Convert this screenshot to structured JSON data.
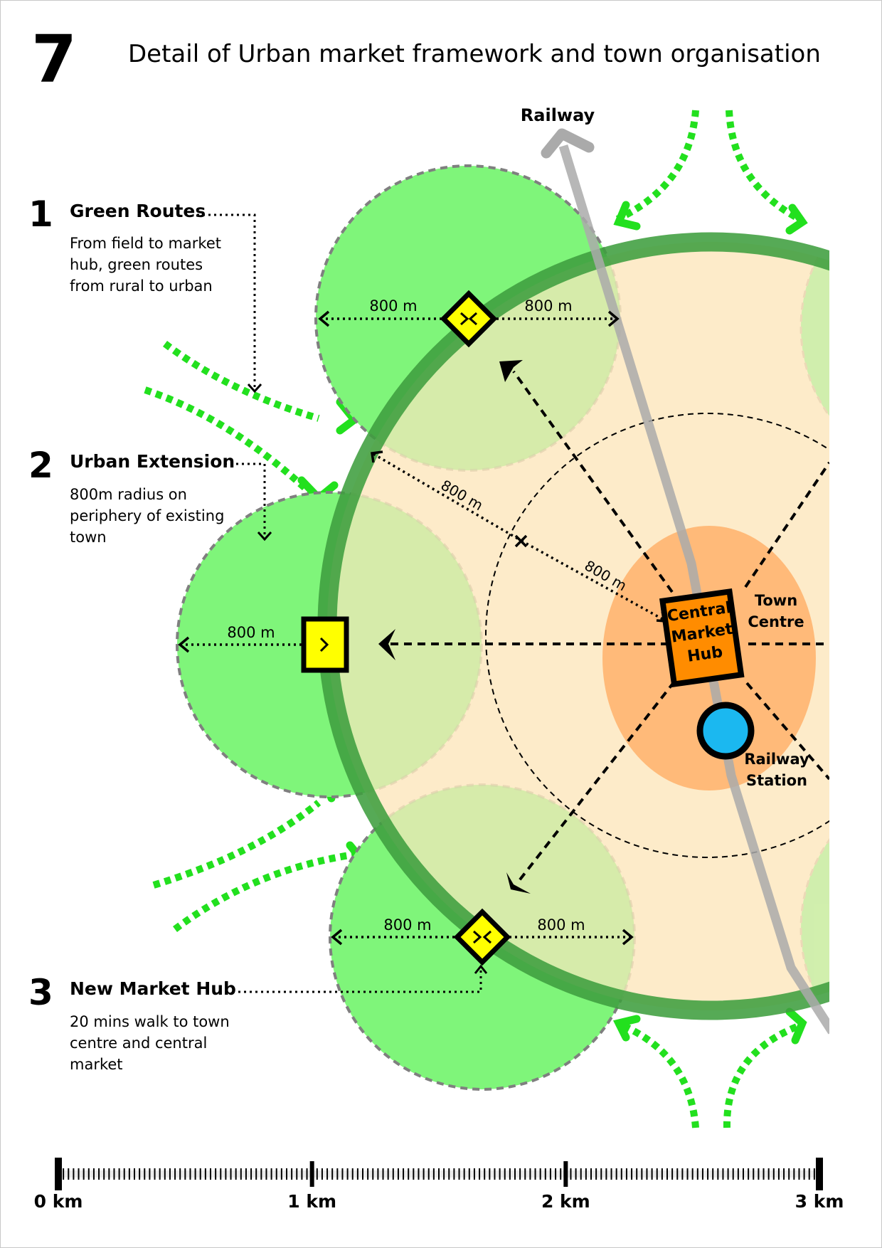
{
  "figure": {
    "number": "7",
    "title": "Detail of Urban market framework and town organisation"
  },
  "legend": [
    {
      "number": "1",
      "heading": "Green Routes",
      "body": "From field to market hub, green routes from rural to urban"
    },
    {
      "number": "2",
      "heading": "Urban Extension",
      "body": "800m radius on periphery of existing town"
    },
    {
      "number": "3",
      "heading": "New Market Hub",
      "body": "20 mins walk to town centre and central market"
    }
  ],
  "map": {
    "railway_label": "Railway",
    "central_hub_label": [
      "Central",
      "Market",
      "Hub"
    ],
    "town_centre_label": [
      "Town",
      "Centre"
    ],
    "station_label": [
      "Railway",
      "Station"
    ],
    "distance_label": "800 m"
  },
  "scale_bar": {
    "ticks": [
      {
        "value_km": 0,
        "label": "0 km"
      },
      {
        "value_km": 1,
        "label": "1 km"
      },
      {
        "value_km": 2,
        "label": "2 km"
      },
      {
        "value_km": 3,
        "label": "3 km"
      }
    ],
    "max_km": 3
  },
  "colors": {
    "extension_green": "#7ff57a",
    "town_fill": "#fde8c0",
    "town_ring": "#3f9e3f",
    "town_centre": "#ffb570",
    "central_hub": "#ff8c00",
    "new_hub": "#ffff00",
    "station": "#1bb8f0",
    "green_route": "#22e01e",
    "railway": "#aaaaaa"
  }
}
